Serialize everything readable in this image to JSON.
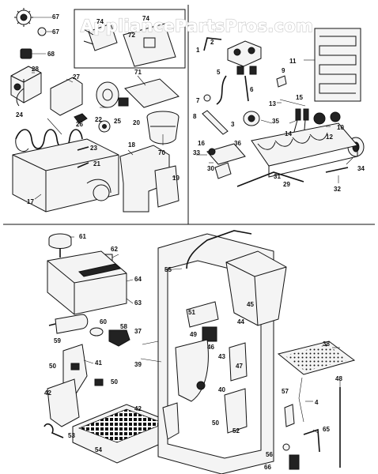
{
  "watermark": "AppliancePartsPros.com",
  "part_labels": {
    "p1": "1",
    "p2": "2",
    "p3": "3",
    "p4": "4",
    "p5": "5",
    "p6": "6",
    "p7": "7",
    "p8": "8",
    "p9": "9",
    "p10": "10",
    "p11": "11",
    "p12": "12",
    "p13": "13",
    "p14": "14",
    "p15": "15",
    "p16": "16",
    "p17": "17",
    "p18": "18",
    "p19": "19",
    "p20": "20",
    "p21": "21",
    "p22": "22",
    "p23": "23",
    "p24": "24",
    "p25": "25",
    "p26": "26",
    "p27": "27",
    "p28": "28",
    "p29": "29",
    "p30": "30",
    "p31": "31",
    "p32": "32",
    "p33": "33",
    "p34": "34",
    "p35": "35",
    "p36": "36",
    "p37": "37",
    "p38": "38",
    "p39": "39",
    "p40": "40",
    "p41": "41",
    "p42": "42",
    "p42b": "42",
    "p43": "43",
    "p44": "44",
    "p45": "45",
    "p46": "46",
    "p47": "47",
    "p48": "48",
    "p49": "49",
    "p50a": "50",
    "p50b": "50",
    "p50c": "50",
    "p51": "51",
    "p52": "52",
    "p53": "53",
    "p54": "54",
    "p55": "55",
    "p56": "56",
    "p57": "57",
    "p58": "58",
    "p59": "59",
    "p60": "60",
    "p61": "61",
    "p62": "62",
    "p63": "63",
    "p64": "64",
    "p65": "65",
    "p66": "66",
    "p67": "67",
    "p67b": "67",
    "p68": "68",
    "p70": "70",
    "p71": "71",
    "p72": "72",
    "p74": "74",
    "p74b": "74"
  }
}
